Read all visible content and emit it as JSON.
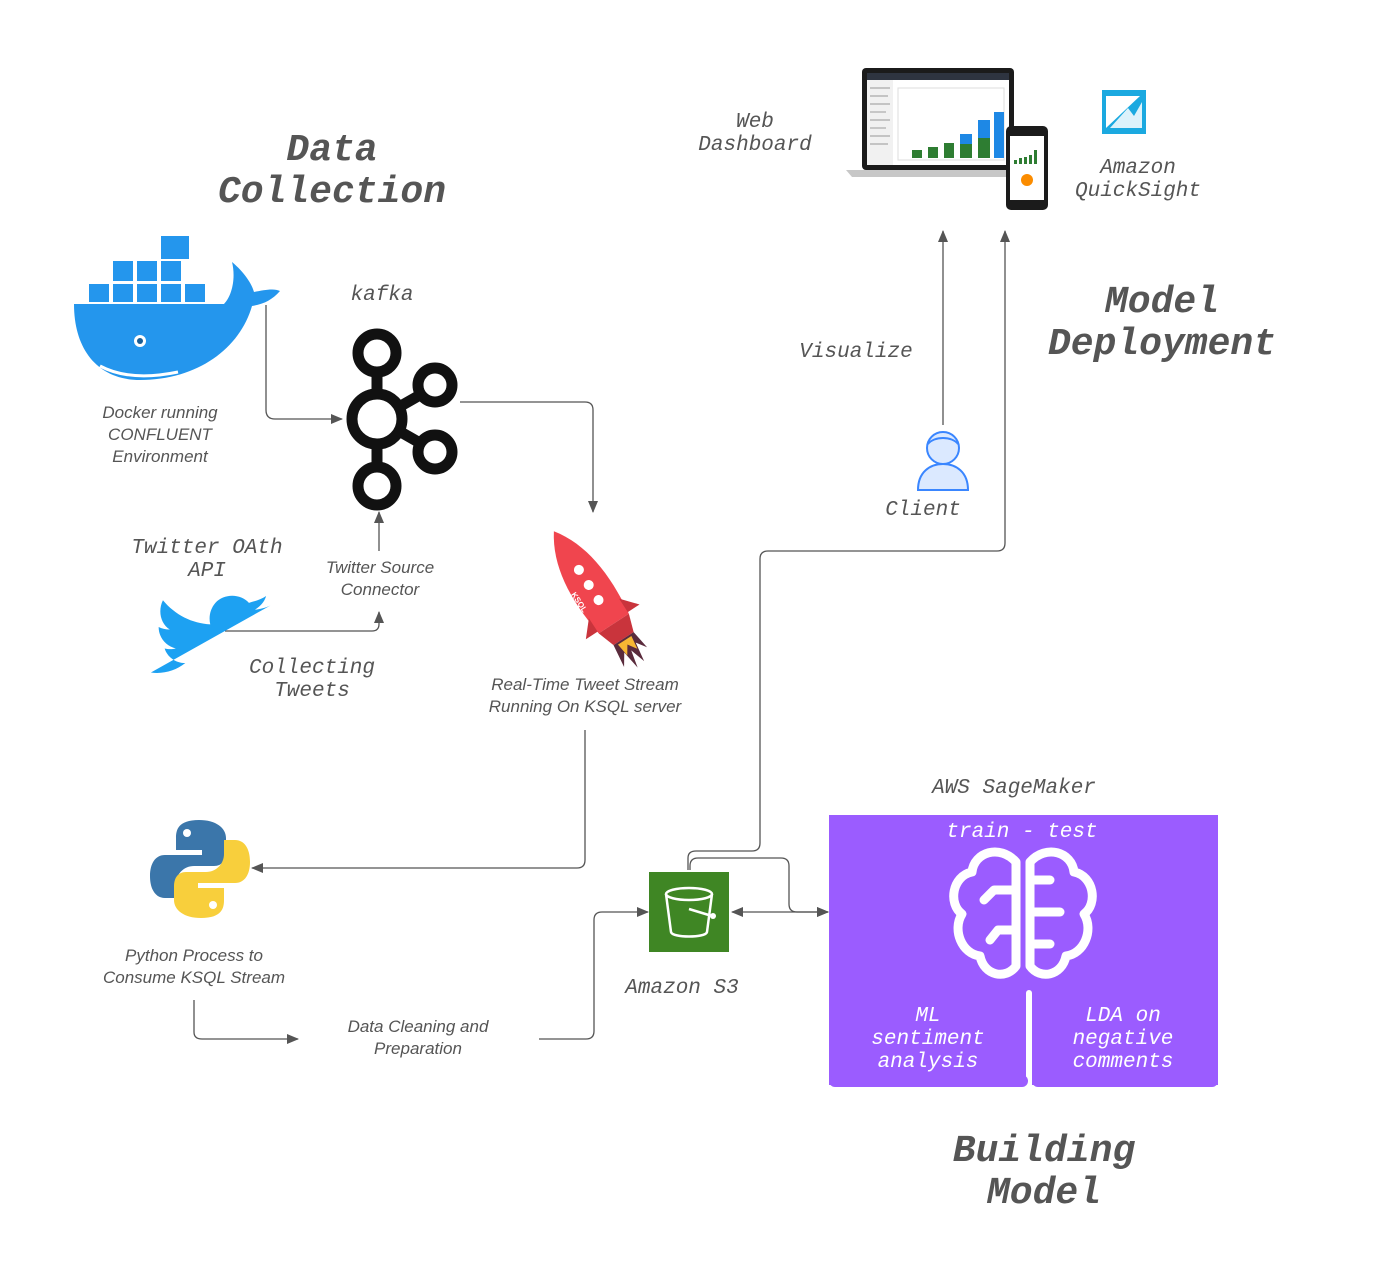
{
  "sections": {
    "data_collection": "Data\nCollection",
    "model_deployment": "Model\nDeployment",
    "building_model": "Building\nModel"
  },
  "labels": {
    "kafka": "kafka",
    "docker": "Docker running\nCONFLUENT\nEnvironment",
    "twitter_api": "Twitter OAth\nAPI",
    "twitter_connector": "Twitter Source\nConnector",
    "collecting_tweets": "Collecting\nTweets",
    "ksql": "Real-Time Tweet Stream\nRunning On KSQL server",
    "python": "Python Process to\nConsume KSQL Stream",
    "cleaning": "Data Cleaning and\nPreparation",
    "s3": "Amazon S3",
    "sagemaker": "AWS SageMaker",
    "train_test": "train - test",
    "ml_sentiment": "ML\nsentiment\nanalysis",
    "lda": "LDA on\nnegative\ncomments",
    "web_dashboard": "Web\nDashboard",
    "quicksight": "Amazon\nQuickSight",
    "visualize": "Visualize",
    "client": "Client",
    "ksql_rocket_text": "KSQL"
  },
  "colors": {
    "text": "#555555",
    "edge": "#555555",
    "sagemaker_purple": "#9b5cff",
    "s3_green": "#3f8624",
    "docker_blue": "#2496ed",
    "twitter_blue": "#1da1f2",
    "quicksight_blue": "#1ba9e0",
    "rocket_red": "#f0454e",
    "python_blue": "#3b76aa",
    "python_yellow": "#f8cf3c"
  },
  "icons": [
    "docker-icon",
    "kafka-icon",
    "twitter-icon",
    "ksql-rocket-icon",
    "python-icon",
    "s3-bucket-icon",
    "brain-icon",
    "client-user-icon",
    "dashboard-devices-icon",
    "quicksight-icon"
  ]
}
